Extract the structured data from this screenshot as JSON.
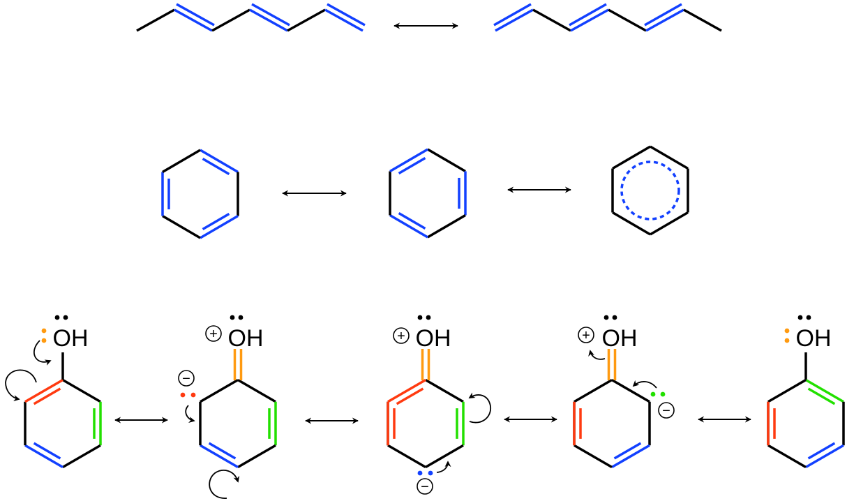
{
  "labels": {
    "hydroxyl": "OH",
    "plus": "+",
    "minus": "−"
  },
  "colors": {
    "bond": "#000000",
    "blue": "#1240ff",
    "red": "#ff3a10",
    "green": "#22e000",
    "orange": "#ff9a10"
  },
  "rows": {
    "polyene": {
      "structures": 2,
      "resonance_arrows": 1
    },
    "benzene": {
      "structures": 3,
      "resonance_arrows": 2
    },
    "phenol": {
      "structures": 5,
      "resonance_arrows": 4
    }
  }
}
